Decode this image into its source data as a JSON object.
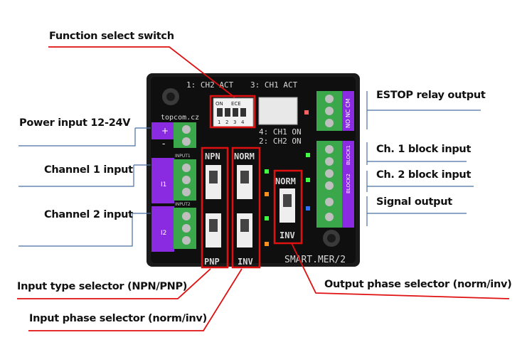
{
  "labels": {
    "function_select_switch": "Function select switch",
    "power_input": "Power input 12-24V",
    "channel1_input": "Channel 1 input",
    "channel2_input": "Channel 2 input",
    "input_type_selector": "Input type selector (NPN/PNP)",
    "input_phase_selector": "Input phase selector (norm/inv)",
    "estop_relay_output": "ESTOP relay output",
    "ch1_block_input": "Ch. 1 block input",
    "ch2_block_input": "Ch. 2 block input",
    "signal_output": "Signal output",
    "output_phase_selector": "Output phase selector (norm/inv)"
  },
  "board": {
    "silk_ch2_act": "1: CH2 ACT",
    "silk_ch1_act": "3: CH1 ACT",
    "silk_ch1_on": "4: CH1 ON",
    "silk_ch2_on": "2: CH2 ON",
    "silk_brand": "topcom.cz",
    "silk_model": "SMART.MER/2",
    "dip_on": "ON",
    "dip_ece": "ECE",
    "dip_numbers": [
      "1",
      "2",
      "3",
      "4"
    ],
    "npn": "NPN",
    "pnp": "PNP",
    "norm": "NORM",
    "inv": "INV",
    "norm_out": "NORM",
    "inv_out": "INV",
    "terminal_no_nc_cm": "NO NC CM",
    "block1": "BLOCK1",
    "block2": "BLOCK2",
    "input1": "INPUT1",
    "input2": "INPUT2",
    "i1": "I1",
    "i2": "I2",
    "plus": "+",
    "minus": "-"
  },
  "colors": {
    "accent_red": "#e01010",
    "leader_blue": "#4a6fa5",
    "pcb_black": "#141414",
    "terminal_green": "#3aa84a",
    "header_purple": "#8a2be2"
  }
}
